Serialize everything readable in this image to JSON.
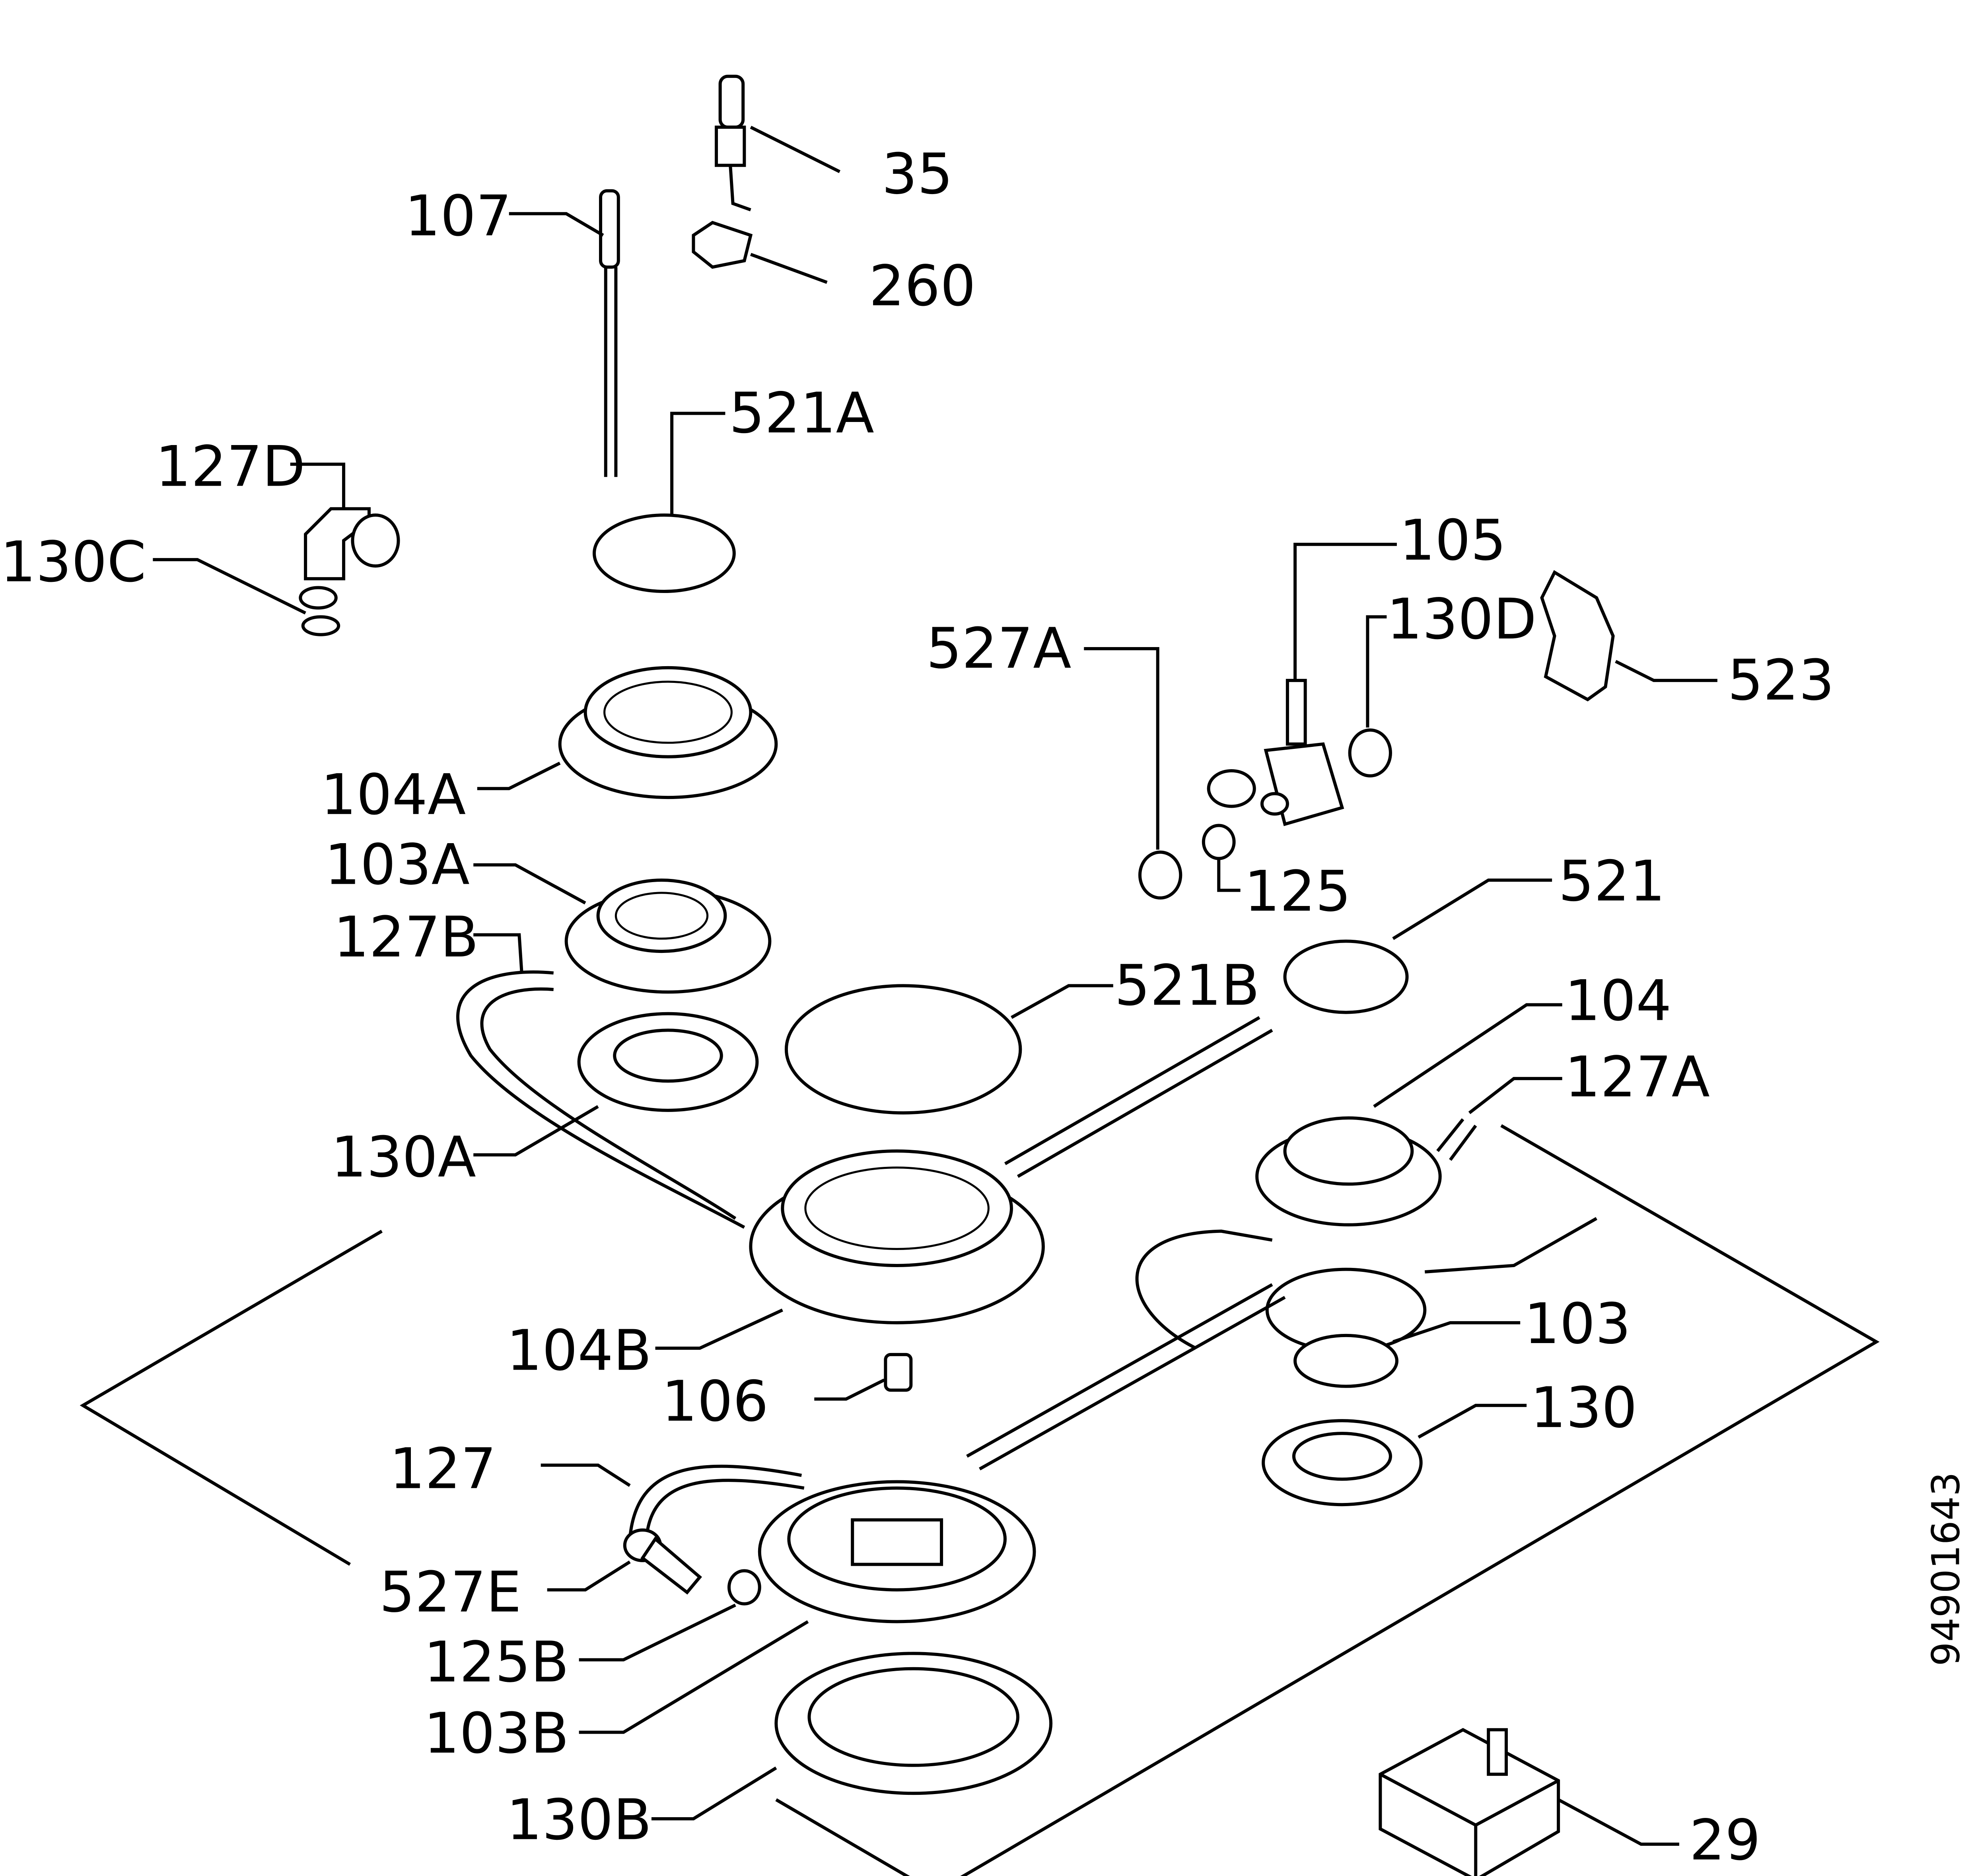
{
  "diagram": {
    "drawing_number": "94901643",
    "part_labels": {
      "p35": "35",
      "p107": "107",
      "p260": "260",
      "p521A": "521A",
      "p127D": "127D",
      "p130C": "130C",
      "p105": "105",
      "p130D": "130D",
      "p527A": "527A",
      "p523": "523",
      "p104A": "104A",
      "p103A": "103A",
      "p125": "125",
      "p521": "521",
      "p127B": "127B",
      "p521B": "521B",
      "p104": "104",
      "p127A": "127A",
      "p130A": "130A",
      "p104B": "104B",
      "p103": "103",
      "p106": "106",
      "p130": "130",
      "p127": "127",
      "p527E": "527E",
      "p125B": "125B",
      "p103B": "103B",
      "p130B": "130B",
      "p29": "29"
    }
  }
}
